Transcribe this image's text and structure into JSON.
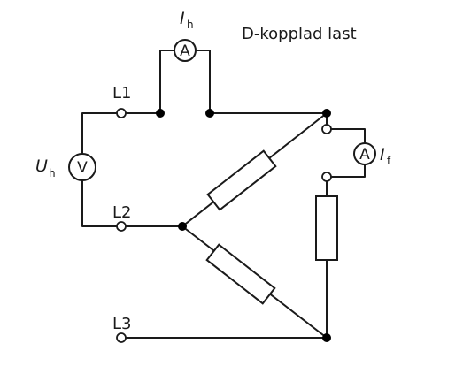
{
  "title": "D-kopplad last",
  "terminals": {
    "l1": "L1",
    "l2": "L2",
    "l3": "L3"
  },
  "voltmeter": {
    "symbol": "V",
    "var": "U",
    "sub": "h"
  },
  "ammeter_line": {
    "symbol": "A",
    "var": "I",
    "sub": "h"
  },
  "ammeter_phase": {
    "symbol": "A",
    "var": "I",
    "sub": "f"
  },
  "colors": {
    "line": "#1a1a1a",
    "node": "#000000",
    "background": "#ffffff"
  }
}
